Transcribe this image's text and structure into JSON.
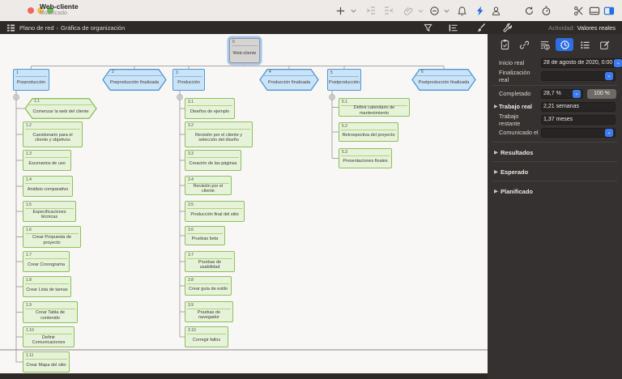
{
  "window": {
    "title": "Web-cliente",
    "subtitle": "Modificado"
  },
  "toolbar": {
    "icons": [
      "add",
      "chevron-down",
      "indent",
      "outdent",
      "attach",
      "chevron-down",
      "remove-circle",
      "chevron-down",
      "bell",
      "bolt",
      "user",
      "sync",
      "timer",
      "scissors",
      "panel-bottom",
      "panel-right"
    ]
  },
  "breadcrumb": {
    "part1": "Plano de red",
    "separator": "›",
    "part2": "Gráfica de organización"
  },
  "viewbar": {
    "icons": [
      "filter",
      "style-list",
      "brush",
      "wrench"
    ],
    "activity_label": "Actividad:",
    "activity_value": "Valores reales"
  },
  "inspector": {
    "tabs": [
      "clipboard",
      "link",
      "finance",
      "clock",
      "list",
      "edit"
    ],
    "selected_tab": "clock",
    "fields": [
      {
        "label": "Inicio real",
        "value": "28 de agosto de 2020, 0:00"
      },
      {
        "label": "Finalización real",
        "value": ""
      },
      {
        "label": "Completado",
        "value": "28,7 %",
        "button": "100 %"
      },
      {
        "label": "Trabajo real",
        "value": "2,21 semanas"
      },
      {
        "label": "Trabajo restante",
        "value": "1,37 meses"
      },
      {
        "label": "Comunicado el",
        "value": ""
      }
    ],
    "sections": [
      "Resultados",
      "Esperado",
      "Planificado"
    ]
  },
  "diagram": {
    "root": {
      "id": "0",
      "label": "Web-cliente"
    },
    "level1": [
      {
        "id": "1",
        "label": "Preproducción",
        "shape": "rect"
      },
      {
        "id": "2",
        "label": "Preproducción finalizada",
        "shape": "hex"
      },
      {
        "id": "3",
        "label": "Producción",
        "shape": "rect"
      },
      {
        "id": "4",
        "label": "Producción finalizada",
        "shape": "hex"
      },
      {
        "id": "5",
        "label": "Postproducción",
        "shape": "rect"
      },
      {
        "id": "6",
        "label": "Postproducción finalizada",
        "shape": "hex"
      }
    ],
    "columns": [
      {
        "parent": "1",
        "children": [
          {
            "id": "1.1",
            "label": "Comenzar la web del cliente",
            "shape": "hex"
          },
          {
            "id": "1.2",
            "label": "Cuestionario para el cliente y objetivos",
            "shape": "rect"
          },
          {
            "id": "1.3",
            "label": "Escenarios de uso",
            "shape": "rect"
          },
          {
            "id": "1.4",
            "label": "Análisis comparativo",
            "shape": "rect"
          },
          {
            "id": "1.5",
            "label": "Especificaciones técnicas",
            "shape": "rect"
          },
          {
            "id": "1.6",
            "label": "Crear Propuesta de proyecto",
            "shape": "rect"
          },
          {
            "id": "1.7",
            "label": "Crear Cronograma",
            "shape": "rect"
          },
          {
            "id": "1.8",
            "label": "Crear Lista de tareas",
            "shape": "rect"
          },
          {
            "id": "1.9",
            "label": "Crear Tabla de contenido",
            "shape": "rect"
          },
          {
            "id": "1.10",
            "label": "Definir Comunicaciones",
            "shape": "rect"
          },
          {
            "id": "1.11",
            "label": "Crear Mapa del sitio",
            "shape": "rect"
          }
        ]
      },
      {
        "parent": "3",
        "children": [
          {
            "id": "3.1",
            "label": "Diseños de ejemplo",
            "shape": "rect"
          },
          {
            "id": "3.2",
            "label": "Revisión por el cliente y selección del diseño",
            "shape": "rect"
          },
          {
            "id": "3.3",
            "label": "Creación de las páginas",
            "shape": "rect"
          },
          {
            "id": "3.4",
            "label": "Revisión por el cliente",
            "shape": "rect"
          },
          {
            "id": "3.5",
            "label": "Producción final del sitio",
            "shape": "rect"
          },
          {
            "id": "3.6",
            "label": "Pruebas beta",
            "shape": "rect"
          },
          {
            "id": "3.7",
            "label": "Pruebas de usabilidad",
            "shape": "rect"
          },
          {
            "id": "3.8",
            "label": "Crear guía de estilo",
            "shape": "rect"
          },
          {
            "id": "3.9",
            "label": "Pruebas de navegador",
            "shape": "rect"
          },
          {
            "id": "3.10",
            "label": "Corregir fallos",
            "shape": "rect"
          }
        ]
      },
      {
        "parent": "5",
        "children": [
          {
            "id": "5.1",
            "label": "Definir calendario de mantenimiento",
            "shape": "rect"
          },
          {
            "id": "5.2",
            "label": "Retrospectiva del proyecto",
            "shape": "rect"
          },
          {
            "id": "5.3",
            "label": "Presentaciones finales",
            "shape": "rect"
          }
        ]
      }
    ]
  },
  "colors": {
    "accent_blue": "#2e6ee4",
    "node_blue_fill": "#cbe3f6",
    "node_blue_border": "#4e97d8",
    "node_green_fill": "#e6f3d8",
    "node_green_border": "#8cc05c",
    "root_fill": "#d6d4d3",
    "selection_ring": "#a2c6ee",
    "traffic_red": "#ee6a5f",
    "traffic_yellow": "#f5bd4f",
    "traffic_green": "#61c554"
  }
}
